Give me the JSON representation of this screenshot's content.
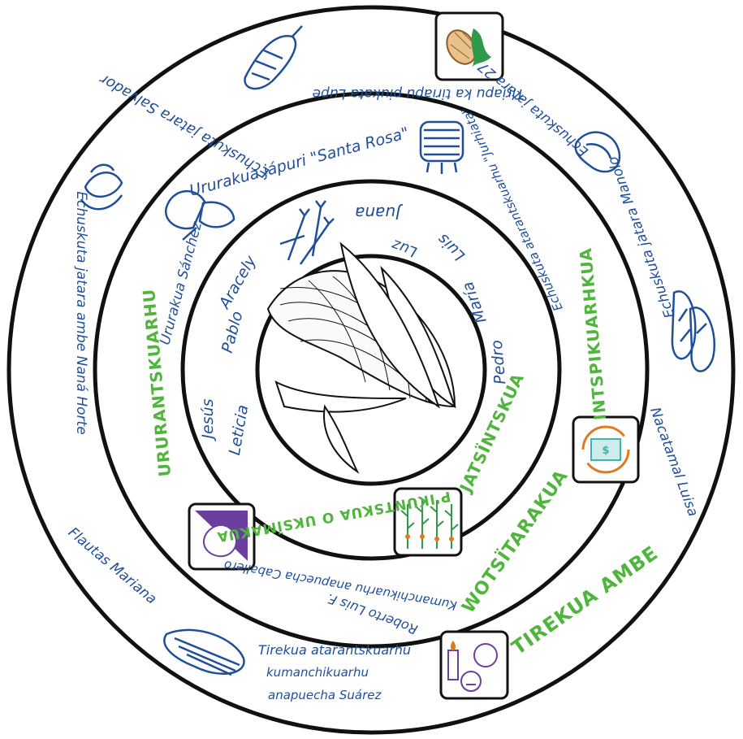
{
  "colors": {
    "ring": "#111111",
    "handwriting": "#1f4f9a",
    "label": "#4fb53c",
    "icon_purple": "#6b3fa0",
    "icon_orange": "#e07a1f",
    "icon_teal": "#3fb3b0",
    "icon_green": "#2e9a4a",
    "icon_brown": "#8a5a2b"
  },
  "rings": {
    "outer": {
      "labels": [
        "TIREKUA AMBE"
      ],
      "names": [
        "Tiriapu ka tiriapu piukata Lupe",
        "Echuskuta jatara 27",
        "Echuskuta jatara Manolo",
        "Nacatamal Luisa",
        "Flautas Mariana",
        "Echuskuta jatara ambe Naná Horte",
        "Echuskuta jatara Salvador"
      ],
      "bottom_lines": [
        "Tirekua atarantskuarhu",
        "kumanchikuarhu",
        "anapuecha Suárez"
      ]
    },
    "middle": {
      "labels": [
        "INTSPIKUARHKUA",
        "WOTSÏTARAKUA",
        "URURANTSKUARHU"
      ],
      "names": [
        "Ururakua jápuri \"Santa Rosa\"",
        "Ururakua Sánchez",
        "Echuskuta atarantskuarhu \"Jurhiata\"",
        "Roberto Luis F.",
        "Kumanchikuarhu anapuecha Caballero"
      ]
    },
    "inner": {
      "labels": [
        "JATSÏNTSKUA",
        "P'IKUNTSKUA O UKSÏMAKUA"
      ],
      "names": [
        "Juana",
        "Luz",
        "Luis",
        "María",
        "Pedro",
        "Aracely",
        "Pablo",
        "Jesús",
        "Leticia"
      ]
    }
  },
  "icons": [
    "corn-leaf-icon",
    "hand-icon",
    "crops-icon",
    "money-exchange-icon",
    "candle-offering-icon",
    "corn-cob-icon",
    "tamales-icon",
    "burrito-icon",
    "steamer-pot-icon",
    "tortilla-stack-icon",
    "taco-icon",
    "herb-plant-icon",
    "flautas-icon"
  ]
}
